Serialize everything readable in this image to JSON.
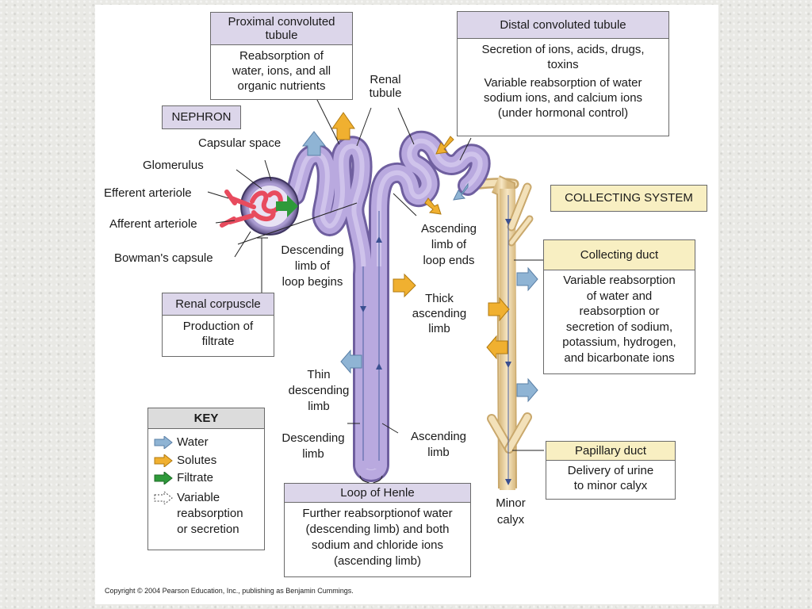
{
  "nephron_tag": "NEPHRON",
  "collecting_system_tag": "COLLECTING SYSTEM",
  "labels": {
    "capsular_space": "Capsular space",
    "glomerulus": "Glomerulus",
    "efferent_arteriole": "Efferent arteriole",
    "afferent_arteriole": "Afferent arteriole",
    "bowmans_capsule": "Bowman's capsule",
    "renal_tubule": [
      "Renal",
      "tubule"
    ],
    "descending_limb_begins": [
      "Descending",
      "limb of",
      "loop begins"
    ],
    "ascending_limb_ends": [
      "Ascending",
      "limb of",
      "loop ends"
    ],
    "thick_ascending_limb": [
      "Thick",
      "ascending",
      "limb"
    ],
    "thin_descending_limb": [
      "Thin",
      "descending",
      "limb"
    ],
    "descending_limb": [
      "Descending",
      "limb"
    ],
    "ascending_limb": [
      "Ascending",
      "limb"
    ],
    "minor_calyx": [
      "Minor",
      "calyx"
    ]
  },
  "boxes": {
    "proximal": {
      "title": [
        "Proximal convoluted",
        "tubule"
      ],
      "body": [
        "Reabsorption of",
        "water, ions, and all",
        "organic nutrients"
      ]
    },
    "distal": {
      "title": [
        "Distal convoluted tubule"
      ],
      "body": [
        "Secretion of ions, acids, drugs,",
        "toxins",
        "Variable reabsorption of water",
        "sodium ions, and calcium ions",
        "(under hormonal control)"
      ]
    },
    "renal_corpuscle": {
      "title": [
        "Renal corpuscle"
      ],
      "body": [
        "Production of",
        "filtrate"
      ]
    },
    "collecting_duct": {
      "title": [
        "Collecting duct"
      ],
      "body": [
        "Variable reabsorption",
        "of water and",
        "reabsorption or",
        "secretion of sodium,",
        "potassium, hydrogen,",
        "and bicarbonate ions"
      ]
    },
    "papillary_duct": {
      "title": [
        "Papillary duct"
      ],
      "body": [
        "Delivery of urine",
        "to minor calyx"
      ]
    },
    "loop_of_henle": {
      "title": [
        "Loop of Henle"
      ],
      "body": [
        "Further reabsorptionof water",
        "(descending limb) and both",
        "sodium and chloride ions",
        "(ascending limb)"
      ]
    }
  },
  "key": {
    "title": "KEY",
    "items": [
      {
        "label": "Water",
        "color": "#8fb4d4",
        "icon": "water-arrow-icon"
      },
      {
        "label": "Solutes",
        "color": "#f0b030",
        "icon": "solutes-arrow-icon"
      },
      {
        "label": "Filtrate",
        "color": "#2e9a3a",
        "icon": "filtrate-arrow-icon"
      },
      {
        "label": "Variable reabsorption or secretion",
        "lines": [
          "Variable",
          "reabsorption",
          "or secretion"
        ],
        "color": "#ffffff",
        "icon": "variable-arrow-icon"
      }
    ]
  },
  "copyright": "Copyright © 2004 Pearson Education, Inc., publishing as Benjamin Cummings.",
  "colors": {
    "tubule": "#b7a6dc",
    "tubule_dark": "#8c79b8",
    "collecting": "#f1dcae",
    "collecting_dark": "#c9a86c",
    "glomerulus": "#e84b5e",
    "header_purple": "#dcd6ea",
    "header_yellow": "#f8efc2"
  }
}
